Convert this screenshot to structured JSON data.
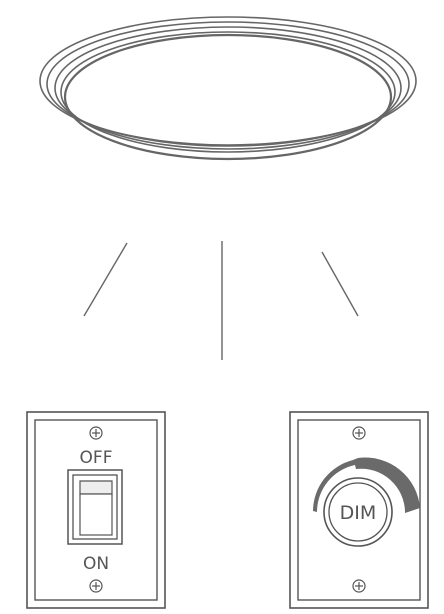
{
  "toggle_switch": {
    "off_label": "OFF",
    "on_label": "ON"
  },
  "dimmer_switch": {
    "knob_label": "DIM"
  }
}
